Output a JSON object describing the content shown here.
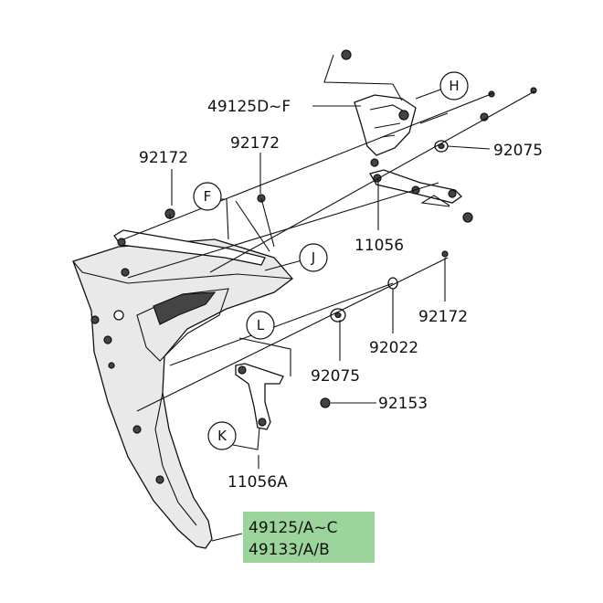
{
  "labels": {
    "p49125DF": "49125D~F",
    "p92172_a": "92172",
    "p92172_b": "92172",
    "p92172_c": "92172",
    "p92075_a": "92075",
    "p92075_b": "92075",
    "p11056": "11056",
    "p92022": "92022",
    "p92153": "92153",
    "p11056A": "11056A",
    "p49125AC": "49125/A~C",
    "p49133AB": "49133/A/B"
  },
  "callouts": {
    "H": "H",
    "F": "F",
    "J": "J",
    "L": "L",
    "K": "K"
  },
  "colors": {
    "highlight": "#9bd59b",
    "line": "#111111",
    "part_fill": "#ececec"
  }
}
